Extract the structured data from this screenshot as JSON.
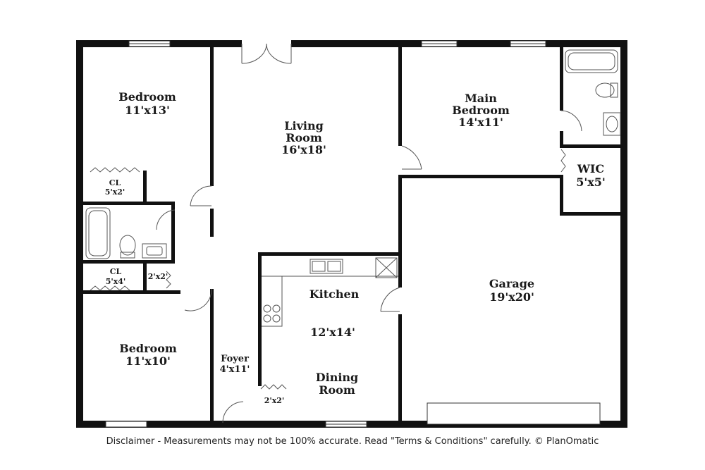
{
  "rooms": {
    "bedroom_nw": {
      "name": "Bedroom",
      "size": "11'x13'"
    },
    "closet_nw": {
      "name": "CL",
      "size": "5'x2'"
    },
    "living": {
      "name_line1": "Living",
      "name_line2": "Room",
      "size": "16'x18'"
    },
    "main_bedroom": {
      "name_line1": "Main",
      "name_line2": "Bedroom",
      "size": "14'x11'"
    },
    "wic": {
      "name": "WIC",
      "size": "5'x5'"
    },
    "closet_mid": {
      "name": "CL",
      "size": "5'x4'"
    },
    "linen": {
      "size": "2'x2'"
    },
    "kitchen": {
      "name": "Kitchen",
      "size": "12'x14'"
    },
    "garage": {
      "name": "Garage",
      "size": "19'x20'"
    },
    "bedroom_sw": {
      "name": "Bedroom",
      "size": "11'x10'"
    },
    "foyer": {
      "name": "Foyer",
      "size": "4'x11'"
    },
    "dining": {
      "name_line1": "Dining",
      "name_line2": "Room"
    },
    "pantry": {
      "size": "2'x2'"
    }
  },
  "footer": {
    "disclaimer": "Disclaimer - Measurements may not be 100% accurate. Read \"Terms & Conditions\" carefully. © PlanOmatic"
  }
}
